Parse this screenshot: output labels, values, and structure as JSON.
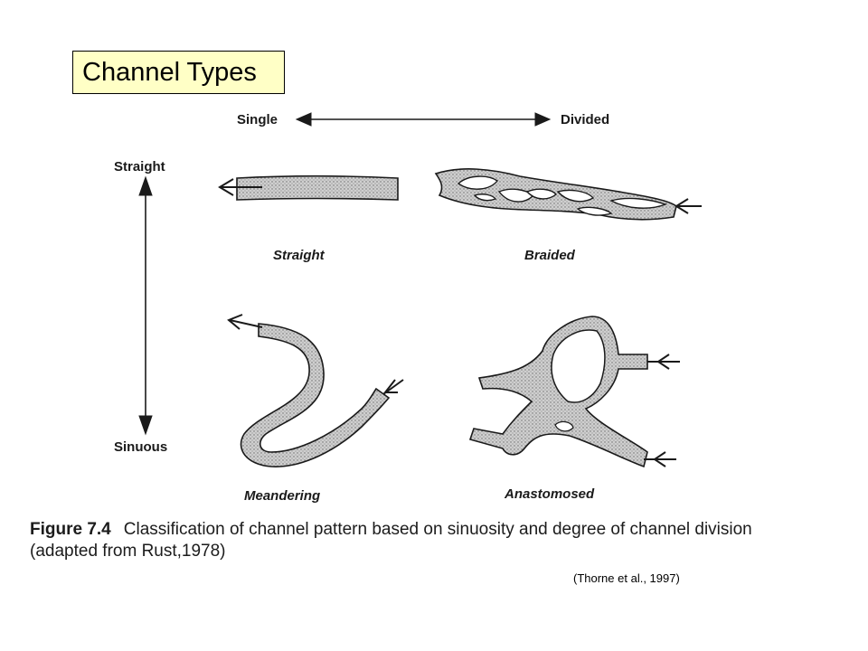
{
  "title": "Channel Types",
  "axes": {
    "horizontal": {
      "left": "Single",
      "right": "Divided"
    },
    "vertical": {
      "top": "Straight",
      "bottom": "Sinuous"
    }
  },
  "patterns": {
    "straight": "Straight",
    "braided": "Braided",
    "meandering": "Meandering",
    "anastomosed": "Anastomosed"
  },
  "caption": {
    "figure": "Figure 7.4",
    "line1": "Classification of channel pattern based on sinuosity and degree of channel division",
    "line2": "(adapted from Rust,1978)"
  },
  "citation": "(Thorne et al., 1997)",
  "colors": {
    "title_bg": "#ffffc6",
    "channel_fill": "#c8c8c8",
    "ink": "#1a1a1a"
  }
}
